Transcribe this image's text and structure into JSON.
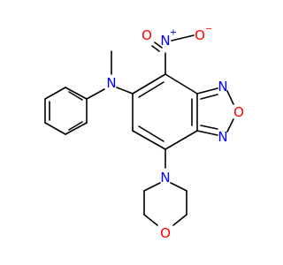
{
  "molecule": {
    "atoms": {
      "amine_n": {
        "text": "N",
        "color": "#0000ff"
      },
      "nitro_n": {
        "text": "N",
        "color": "#0000ff"
      },
      "nitro_n_charge": {
        "text": "+",
        "color": "#0000ff"
      },
      "nitro_o": {
        "text": "O",
        "color": "#ff0000"
      },
      "nitro_o_charge": {
        "text": "−",
        "color": "#ff0000"
      },
      "nitro_o_dbl": {
        "text": "O",
        "color": "#ff0000"
      },
      "oxadiazole_n_top": {
        "text": "N",
        "color": "#0000ff"
      },
      "oxadiazole_o": {
        "text": "O",
        "color": "#ff0000"
      },
      "oxadiazole_n_bottom": {
        "text": "N",
        "color": "#0000ff"
      },
      "morpholine_n": {
        "text": "N",
        "color": "#0000ff"
      },
      "morpholine_o": {
        "text": "O",
        "color": "#ff0000"
      }
    }
  }
}
